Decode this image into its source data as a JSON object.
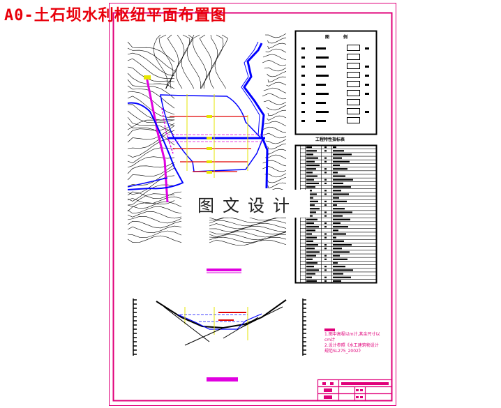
{
  "title": "A0-土石坝水利枢纽平面布置图",
  "watermark": "图文设计",
  "legend": {
    "heading_left": "图",
    "heading_right": "例",
    "rows": 9
  },
  "table": {
    "title": "工程特性指标表",
    "rows": 38
  },
  "notes": {
    "line1": "1.图中高程以m计,其余尺寸以cm计",
    "line2": "2.设计参照《水工建筑物设计规范SL275_2002》"
  },
  "colors": {
    "frame": "#e0007a",
    "title": "#e8000b",
    "dam": "#0000ff",
    "axis": "#e6e600",
    "red_line": "#e00000"
  }
}
